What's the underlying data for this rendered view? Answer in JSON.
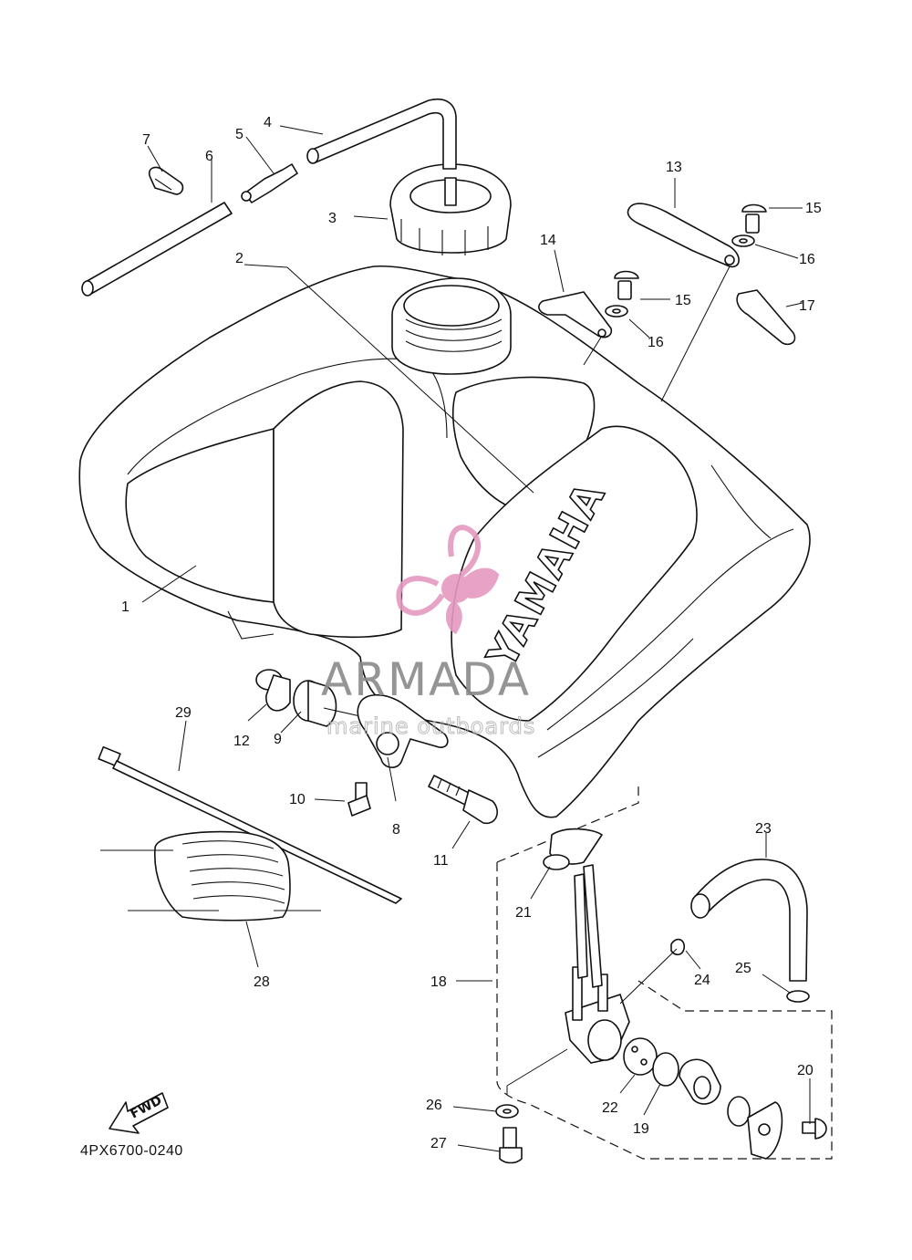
{
  "diagram": {
    "code": "4PX6700-0240",
    "brand_text": "YAMAHA",
    "fwd_label": "FWD",
    "watermark": {
      "title": "ARMADA",
      "subtitle": "marine outboards",
      "color": "#e59ac0"
    },
    "callouts": [
      {
        "id": "c1",
        "label": "1"
      },
      {
        "id": "c2",
        "label": "2"
      },
      {
        "id": "c3",
        "label": "3"
      },
      {
        "id": "c4",
        "label": "4"
      },
      {
        "id": "c5",
        "label": "5"
      },
      {
        "id": "c6",
        "label": "6"
      },
      {
        "id": "c7",
        "label": "7"
      },
      {
        "id": "c8",
        "label": "8"
      },
      {
        "id": "c9",
        "label": "9"
      },
      {
        "id": "c10",
        "label": "10"
      },
      {
        "id": "c11",
        "label": "11"
      },
      {
        "id": "c12",
        "label": "12"
      },
      {
        "id": "c13",
        "label": "13"
      },
      {
        "id": "c14",
        "label": "14"
      },
      {
        "id": "c15a",
        "label": "15"
      },
      {
        "id": "c15b",
        "label": "15"
      },
      {
        "id": "c16a",
        "label": "16"
      },
      {
        "id": "c16b",
        "label": "16"
      },
      {
        "id": "c17",
        "label": "17"
      },
      {
        "id": "c18",
        "label": "18"
      },
      {
        "id": "c19",
        "label": "19"
      },
      {
        "id": "c20",
        "label": "20"
      },
      {
        "id": "c21",
        "label": "21"
      },
      {
        "id": "c22",
        "label": "22"
      },
      {
        "id": "c23",
        "label": "23"
      },
      {
        "id": "c24",
        "label": "24"
      },
      {
        "id": "c25",
        "label": "25"
      },
      {
        "id": "c26",
        "label": "26"
      },
      {
        "id": "c27",
        "label": "27"
      },
      {
        "id": "c28",
        "label": "28"
      },
      {
        "id": "c29",
        "label": "29"
      }
    ]
  }
}
